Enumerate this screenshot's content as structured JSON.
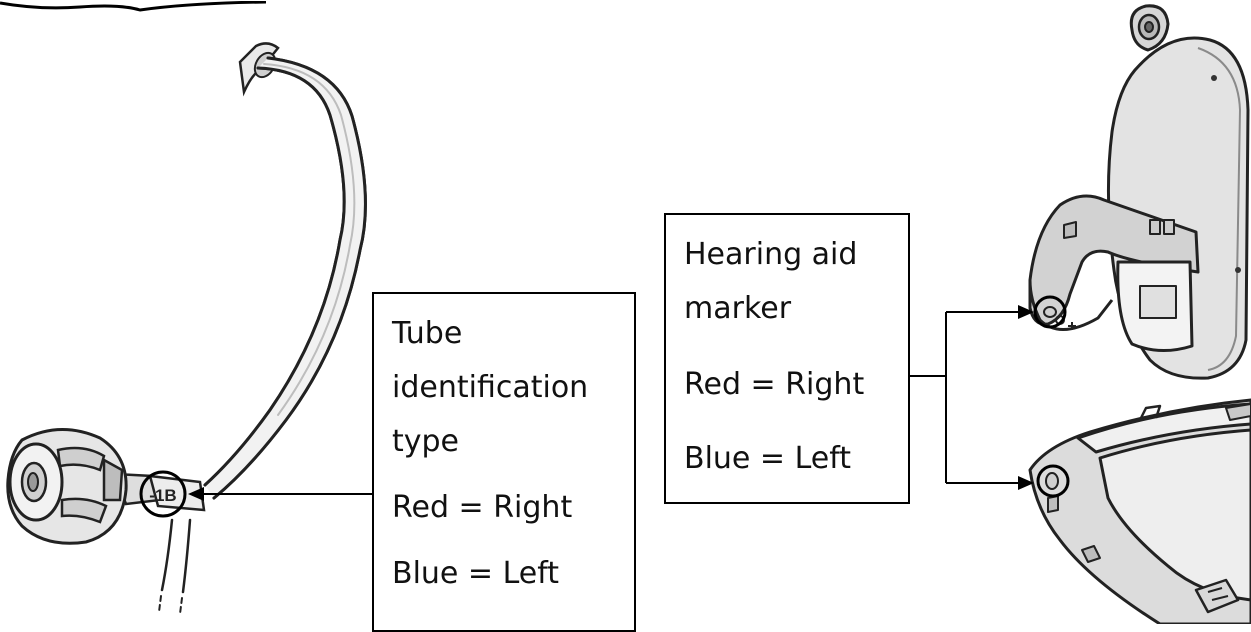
{
  "tube_callout": {
    "lines": [
      "Tube",
      "identification",
      "type",
      "Red = Right",
      "Blue = Left"
    ]
  },
  "marker_callout": {
    "lines": [
      "Hearing aid",
      "marker",
      "Red = Right",
      "Blue = Left"
    ]
  },
  "tube_label": "-1B"
}
